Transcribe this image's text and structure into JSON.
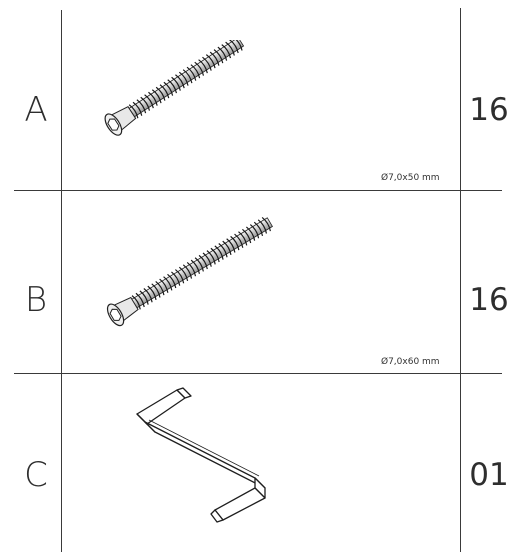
{
  "parts": [
    {
      "letter": "A",
      "quantity": "16",
      "dimension": "Ø7,0x50 mm",
      "icon": "screw-50mm-icon"
    },
    {
      "letter": "B",
      "quantity": "16",
      "dimension": "Ø7,0x60 mm",
      "icon": "screw-60mm-icon"
    },
    {
      "letter": "C",
      "quantity": "01",
      "icon": "hex-allen-key-icon"
    }
  ]
}
